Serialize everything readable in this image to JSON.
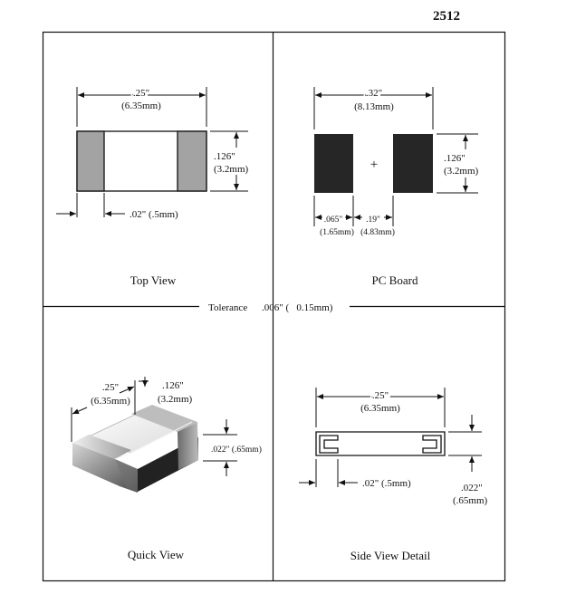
{
  "part_code": "2512",
  "tolerance": {
    "label": "Tolerance",
    "value": ".006\" (   0.15mm)"
  },
  "panels": {
    "top_view": {
      "title": "Top View",
      "width_in": ".25\"",
      "width_mm": "(6.35mm)",
      "height_in": ".126\"",
      "height_mm": "(3.2mm)",
      "terminal": ".02\" (.5mm)"
    },
    "pc_board": {
      "title": "PC Board",
      "width_in": ".32\"",
      "width_mm": "(8.13mm)",
      "height_in": ".126\"",
      "height_mm": "(3.2mm)",
      "pad_in": ".065\"",
      "pad_mm": "(1.65mm)",
      "gap_in": ".19\"",
      "gap_mm": "(4.83mm)",
      "center_mark": "+"
    },
    "quick_view": {
      "title": "Quick View",
      "length_in": ".25\"",
      "length_mm": "(6.35mm)",
      "width_in": ".126\"",
      "width_mm": "(3.2mm)",
      "thickness": ".022\" (.65mm)"
    },
    "side_view": {
      "title": "Side View Detail",
      "width_in": ".25\"",
      "width_mm": "(6.35mm)",
      "terminal": ".02\" (.5mm)",
      "thickness_in": ".022\"",
      "thickness_mm": "(.65mm)"
    }
  },
  "colors": {
    "terminal_gray": "#a3a3a3",
    "pad_black": "#262626",
    "line": "#111111"
  }
}
